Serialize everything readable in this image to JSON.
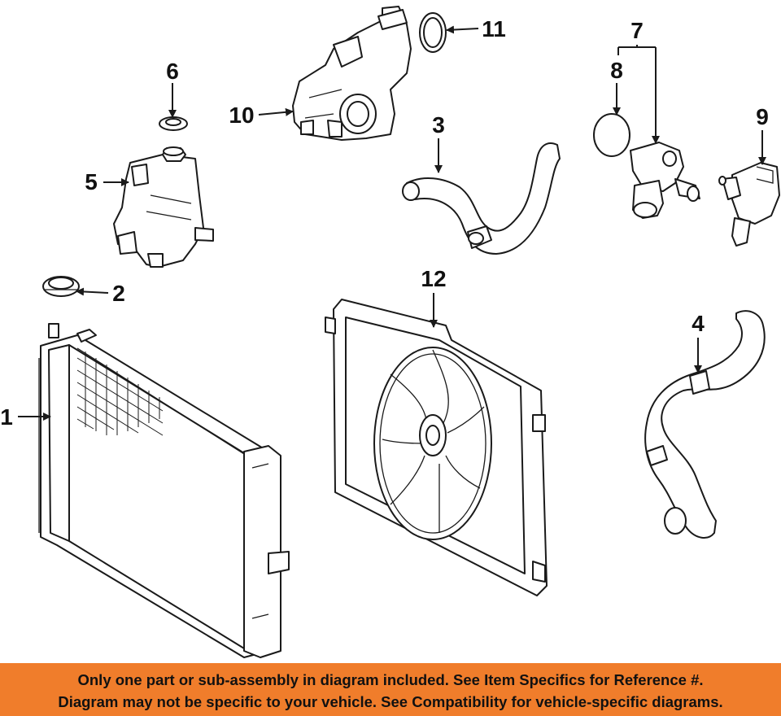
{
  "callouts": [
    {
      "id": "1",
      "label": "1"
    },
    {
      "id": "2",
      "label": "2"
    },
    {
      "id": "3",
      "label": "3"
    },
    {
      "id": "4",
      "label": "4"
    },
    {
      "id": "5",
      "label": "5"
    },
    {
      "id": "6",
      "label": "6"
    },
    {
      "id": "7",
      "label": "7"
    },
    {
      "id": "8",
      "label": "8"
    },
    {
      "id": "9",
      "label": "9"
    },
    {
      "id": "10",
      "label": "10"
    },
    {
      "id": "11",
      "label": "11"
    },
    {
      "id": "12",
      "label": "12"
    }
  ],
  "banner": {
    "line1": "Only one part or sub-assembly in diagram included. See Item Specifics for Reference #.",
    "line2": "Diagram may not be specific to your vehicle. See Compatibility for vehicle-specific diagrams.",
    "background": "#f07d2b"
  }
}
